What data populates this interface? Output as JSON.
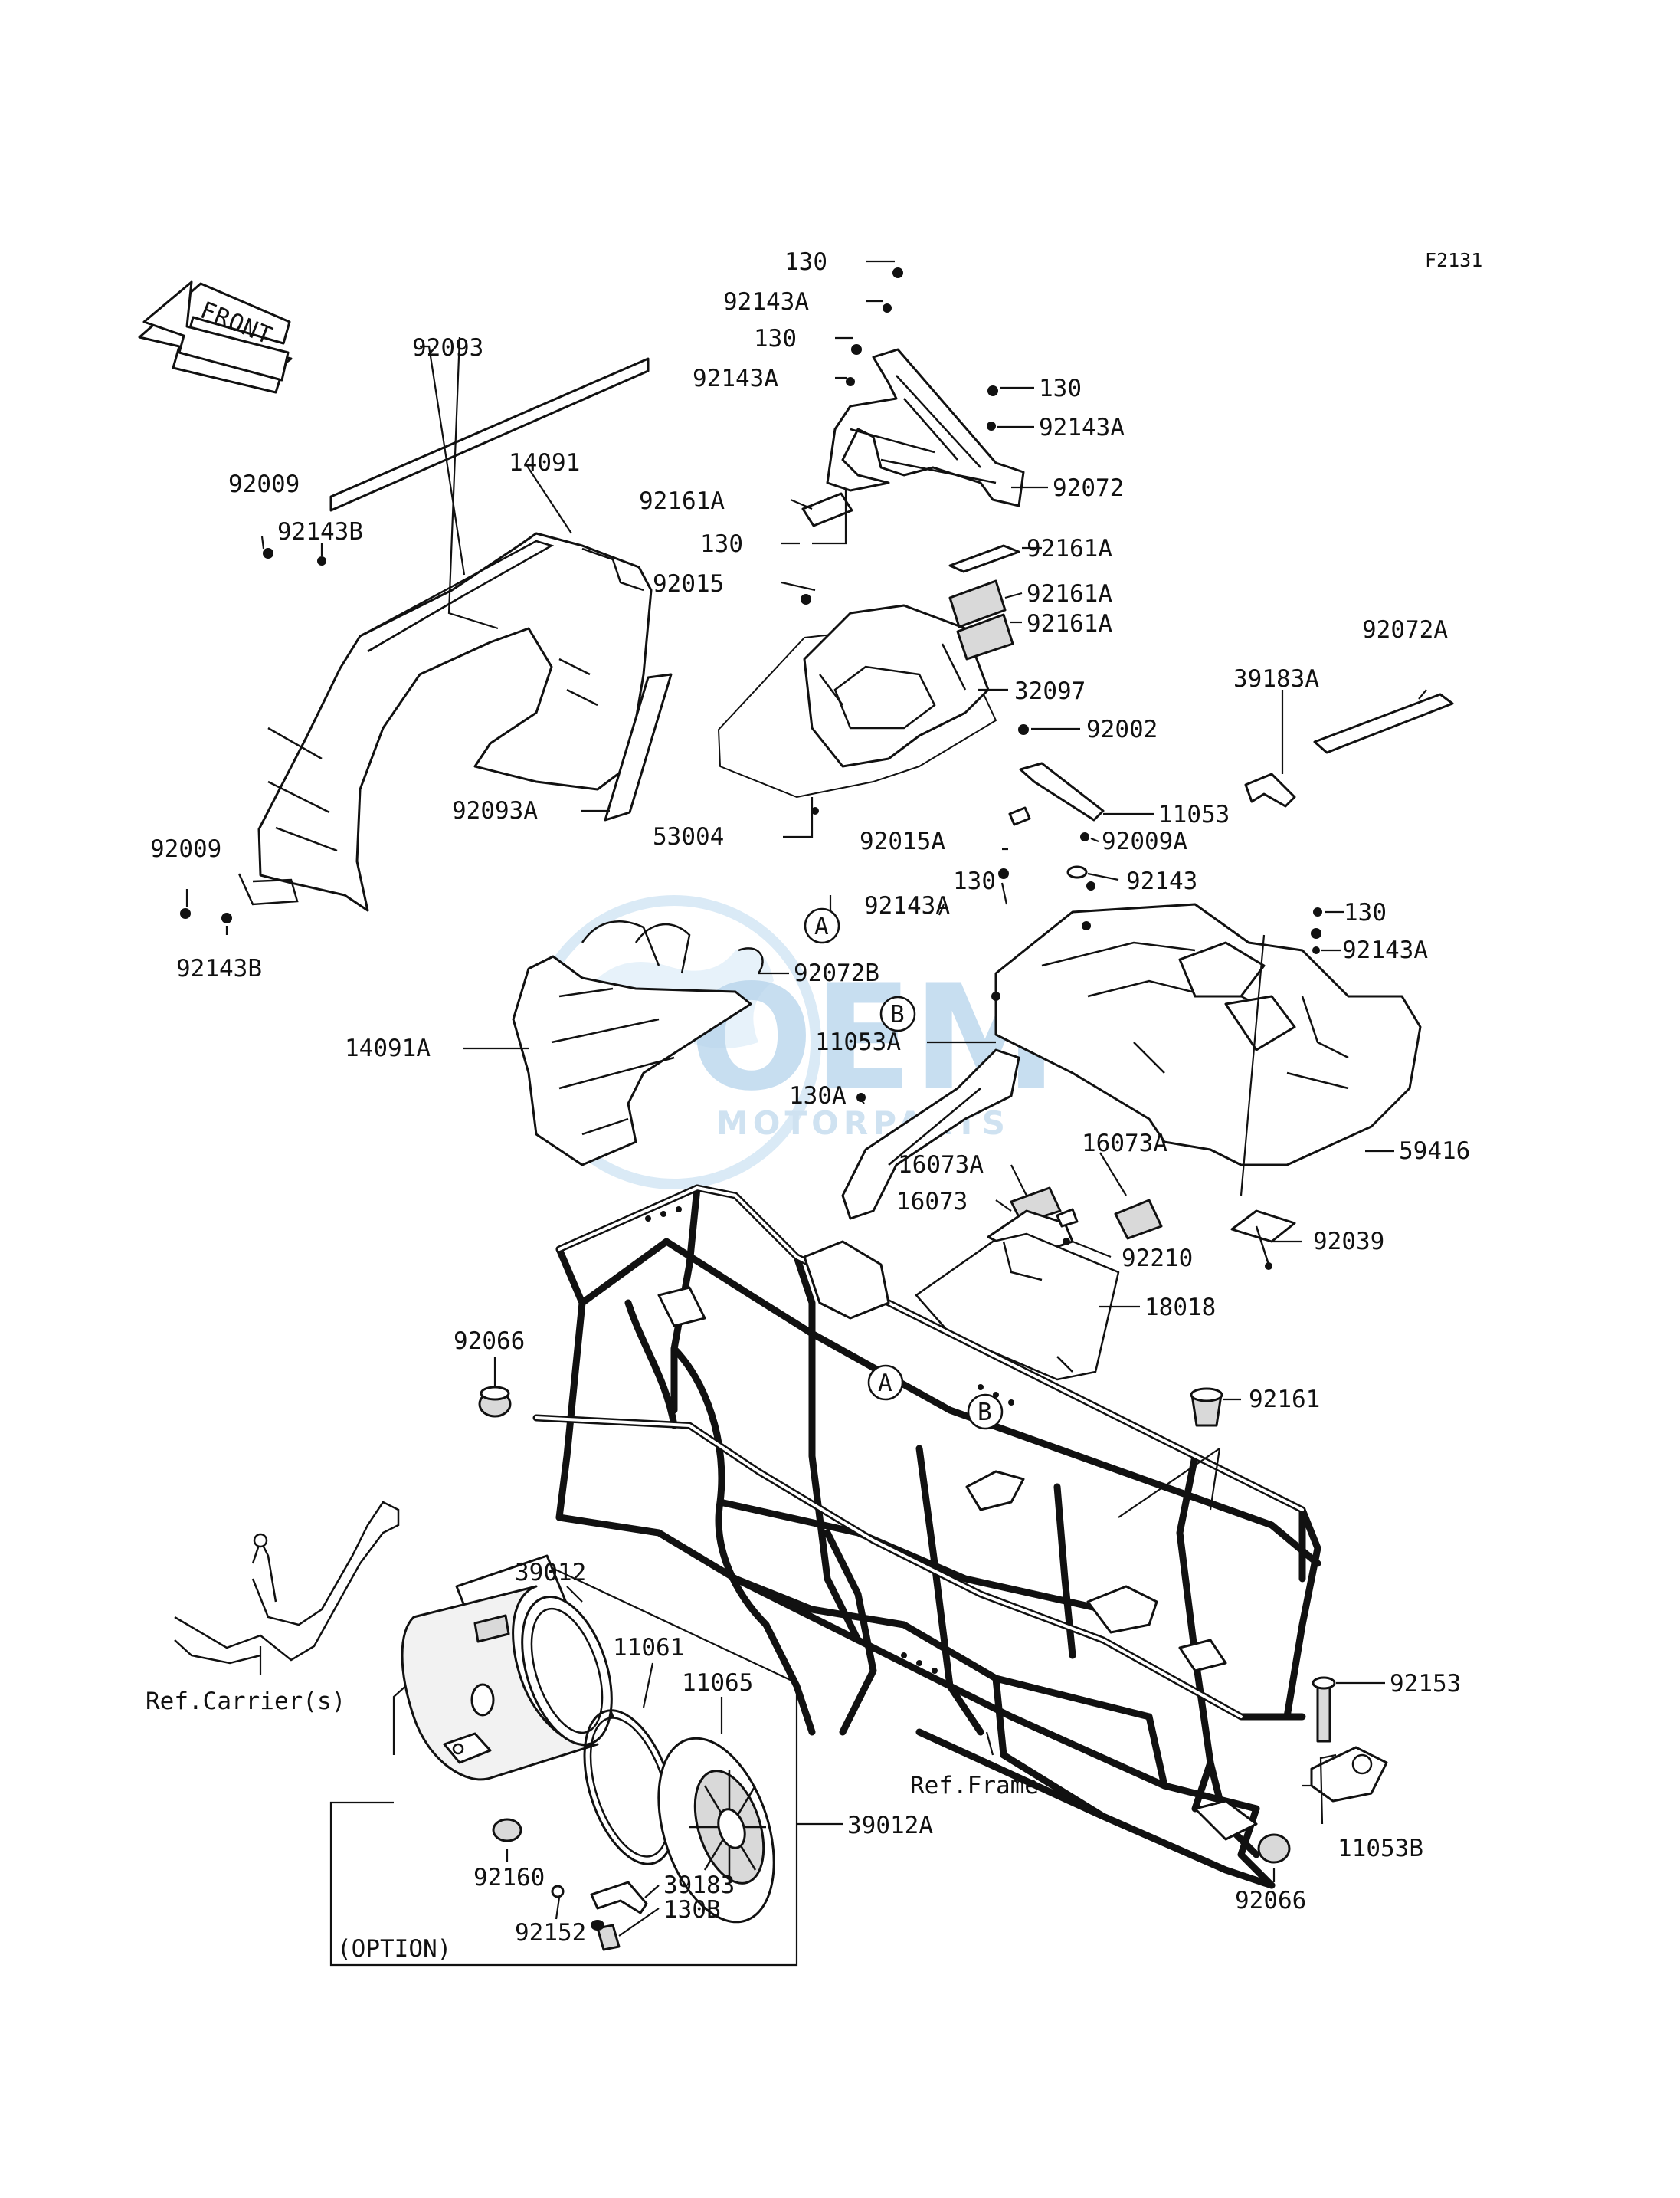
{
  "diagram_code": "F2131",
  "front_label": "FRONT",
  "watermark": {
    "brand": "OEM",
    "sub": "MOTORPARTS",
    "color": "#3a8fd0"
  },
  "option_label": "(OPTION)",
  "refs": {
    "carrier": "Ref.Carrier(s)",
    "frame": "Ref.Frame"
  },
  "callouts": {
    "a": "A",
    "b": "B"
  },
  "labels": {
    "l130_1": "130",
    "l92143A_1": "92143A",
    "l130_2": "130",
    "l92143A_2": "92143A",
    "l130_3": "130",
    "l92143A_3": "92143A",
    "l92093": "92093",
    "l14091": "14091",
    "l92009_1": "92009",
    "l92143B_1": "92143B",
    "l92161A_1": "92161A",
    "l92072": "92072",
    "l130_4": "130",
    "l92161A_2": "92161A",
    "l92015": "92015",
    "l92161A_3": "92161A",
    "l92161A_4": "92161A",
    "l92072A": "92072A",
    "l39183A": "39183A",
    "l32097": "32097",
    "l92002": "92002",
    "l92093A": "92093A",
    "l11053": "11053",
    "l53004": "53004",
    "l92015A": "92015A",
    "l92009A": "92009A",
    "l92009_2": "92009",
    "l130_5": "130",
    "l92143": "92143",
    "l130_6": "130",
    "l92143A_4": "92143A",
    "l92143A_5": "92143A",
    "l92143B_2": "92143B",
    "l92072B": "92072B",
    "l14091A": "14091A",
    "l11053A": "11053A",
    "l130A": "130A",
    "l16073A_1": "16073A",
    "l16073A_2": "16073A",
    "l59416": "59416",
    "l16073": "16073",
    "l92039": "92039",
    "l92210": "92210",
    "l18018": "18018",
    "l92066_1": "92066",
    "l92161": "92161",
    "l39012": "39012",
    "l11061": "11061",
    "l11065": "11065",
    "l92153": "92153",
    "l39012A": "39012A",
    "l39183": "39183",
    "l130B": "130B",
    "l92160": "92160",
    "l92152": "92152",
    "l11053B": "11053B",
    "l92066_2": "92066"
  }
}
